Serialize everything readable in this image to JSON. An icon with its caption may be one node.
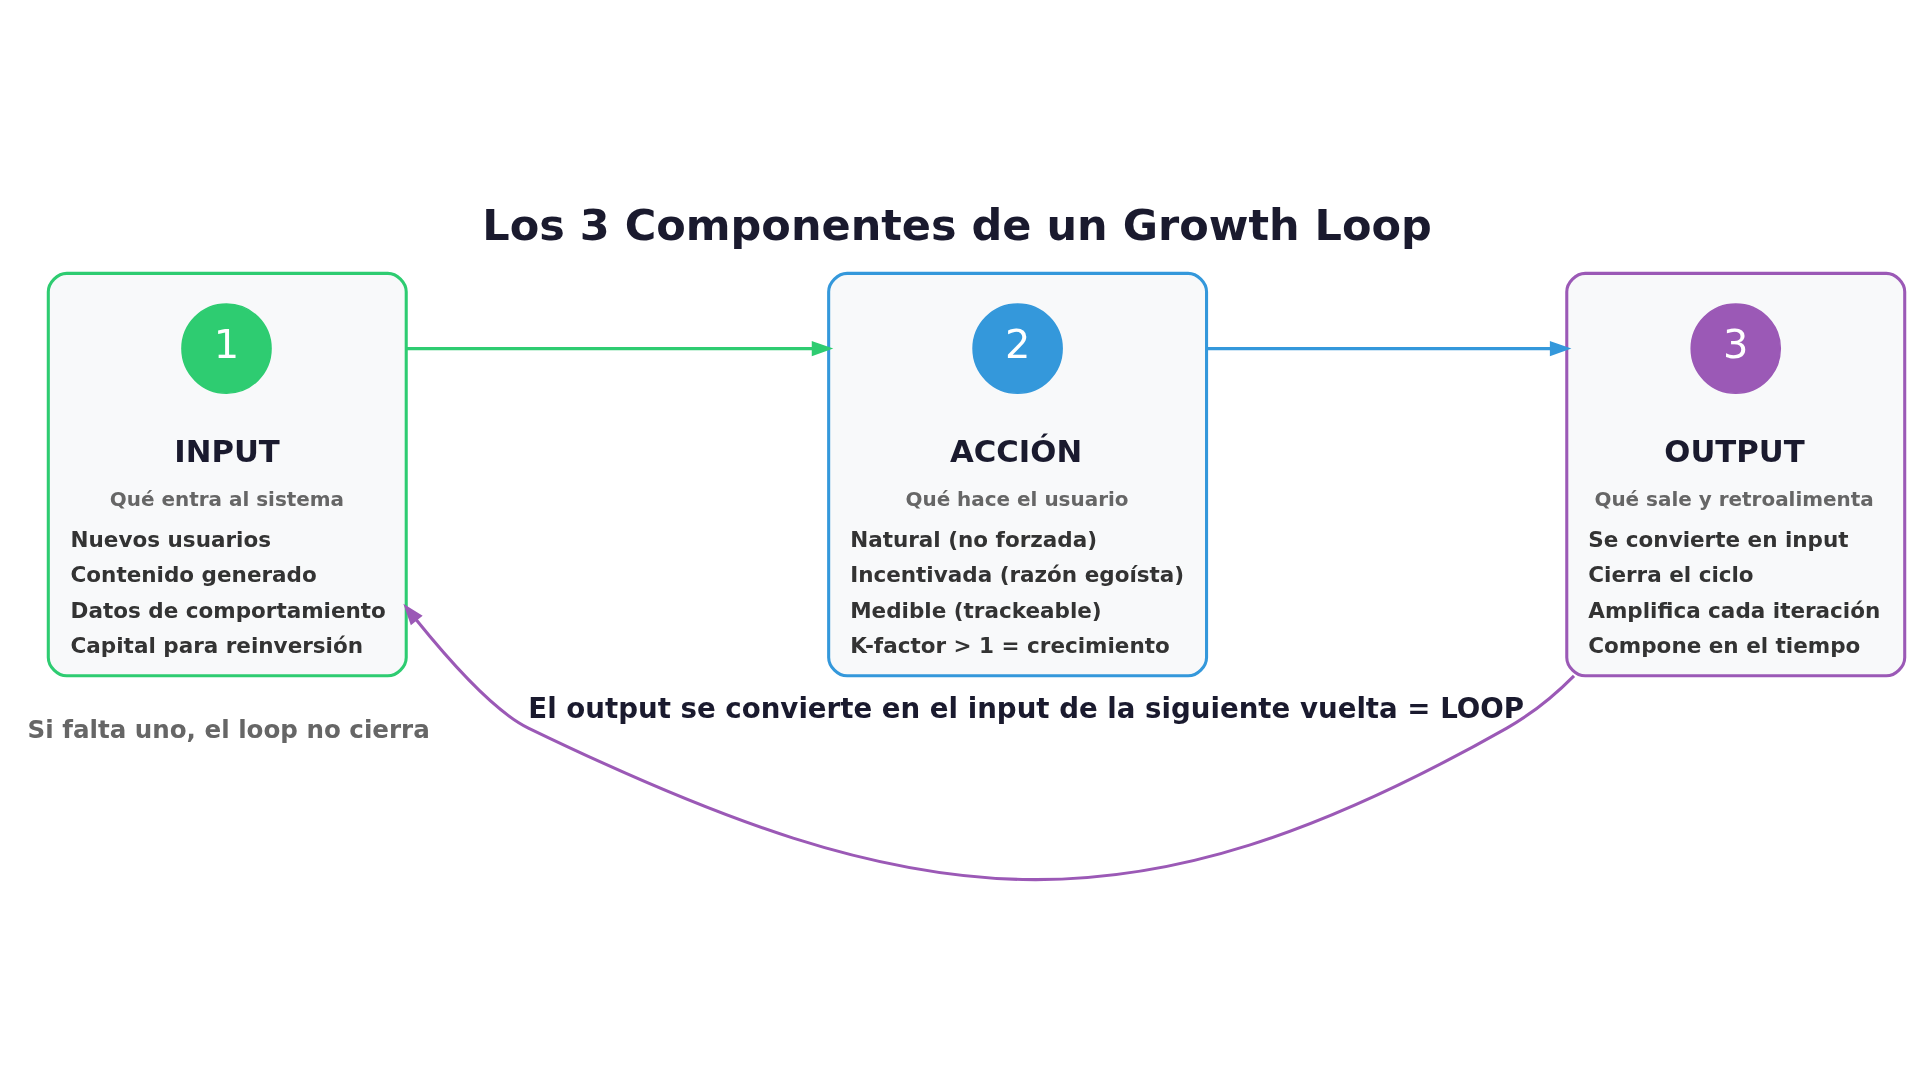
{
  "diagram": {
    "title": "Los 3 Componentes de un Growth Loop",
    "nodes": [
      {
        "text": [
          "INPUT",
          "Qué entra al sistema",
          "Nuevos usuarios",
          "Contenido generado",
          "Datos de comportamiento",
          "Capital para reinversión"
        ]
      },
      {
        "text": [
          "1"
        ],
        "in": 0
      },
      {
        "text": [
          "ACCIÓN",
          "Qué hace el usuario",
          "Natural (no forzada)",
          "Incentivada (razón egoísta)",
          "Medible (trackeable)",
          "K-factor > 1 = crecimiento"
        ]
      },
      {
        "text": [
          "2"
        ],
        "in": 2
      },
      {
        "text": [
          "OUTPUT",
          "Qué sale y retroalimenta",
          "Se convierte en input",
          "Cierra el ciclo",
          "Amplifica cada iteración",
          "Compone en el tiempo"
        ]
      },
      {
        "text": [
          "3"
        ],
        "in": 4
      }
    ],
    "edges": [
      {
        "from": 0,
        "to": 2,
        "arrow": "to",
        "color": "#2ecc71"
      },
      {
        "from": 2,
        "to": 4,
        "arrow": "to",
        "color": "#3498db"
      },
      {
        "from": 4,
        "to": 0,
        "arrow": "to",
        "color": "#9b59b6",
        "label": "El output se convierte en el input de la siguiente vuelta = LOOP"
      }
    ],
    "labels": [
      "Si falta uno, el loop no cierra"
    ]
  }
}
